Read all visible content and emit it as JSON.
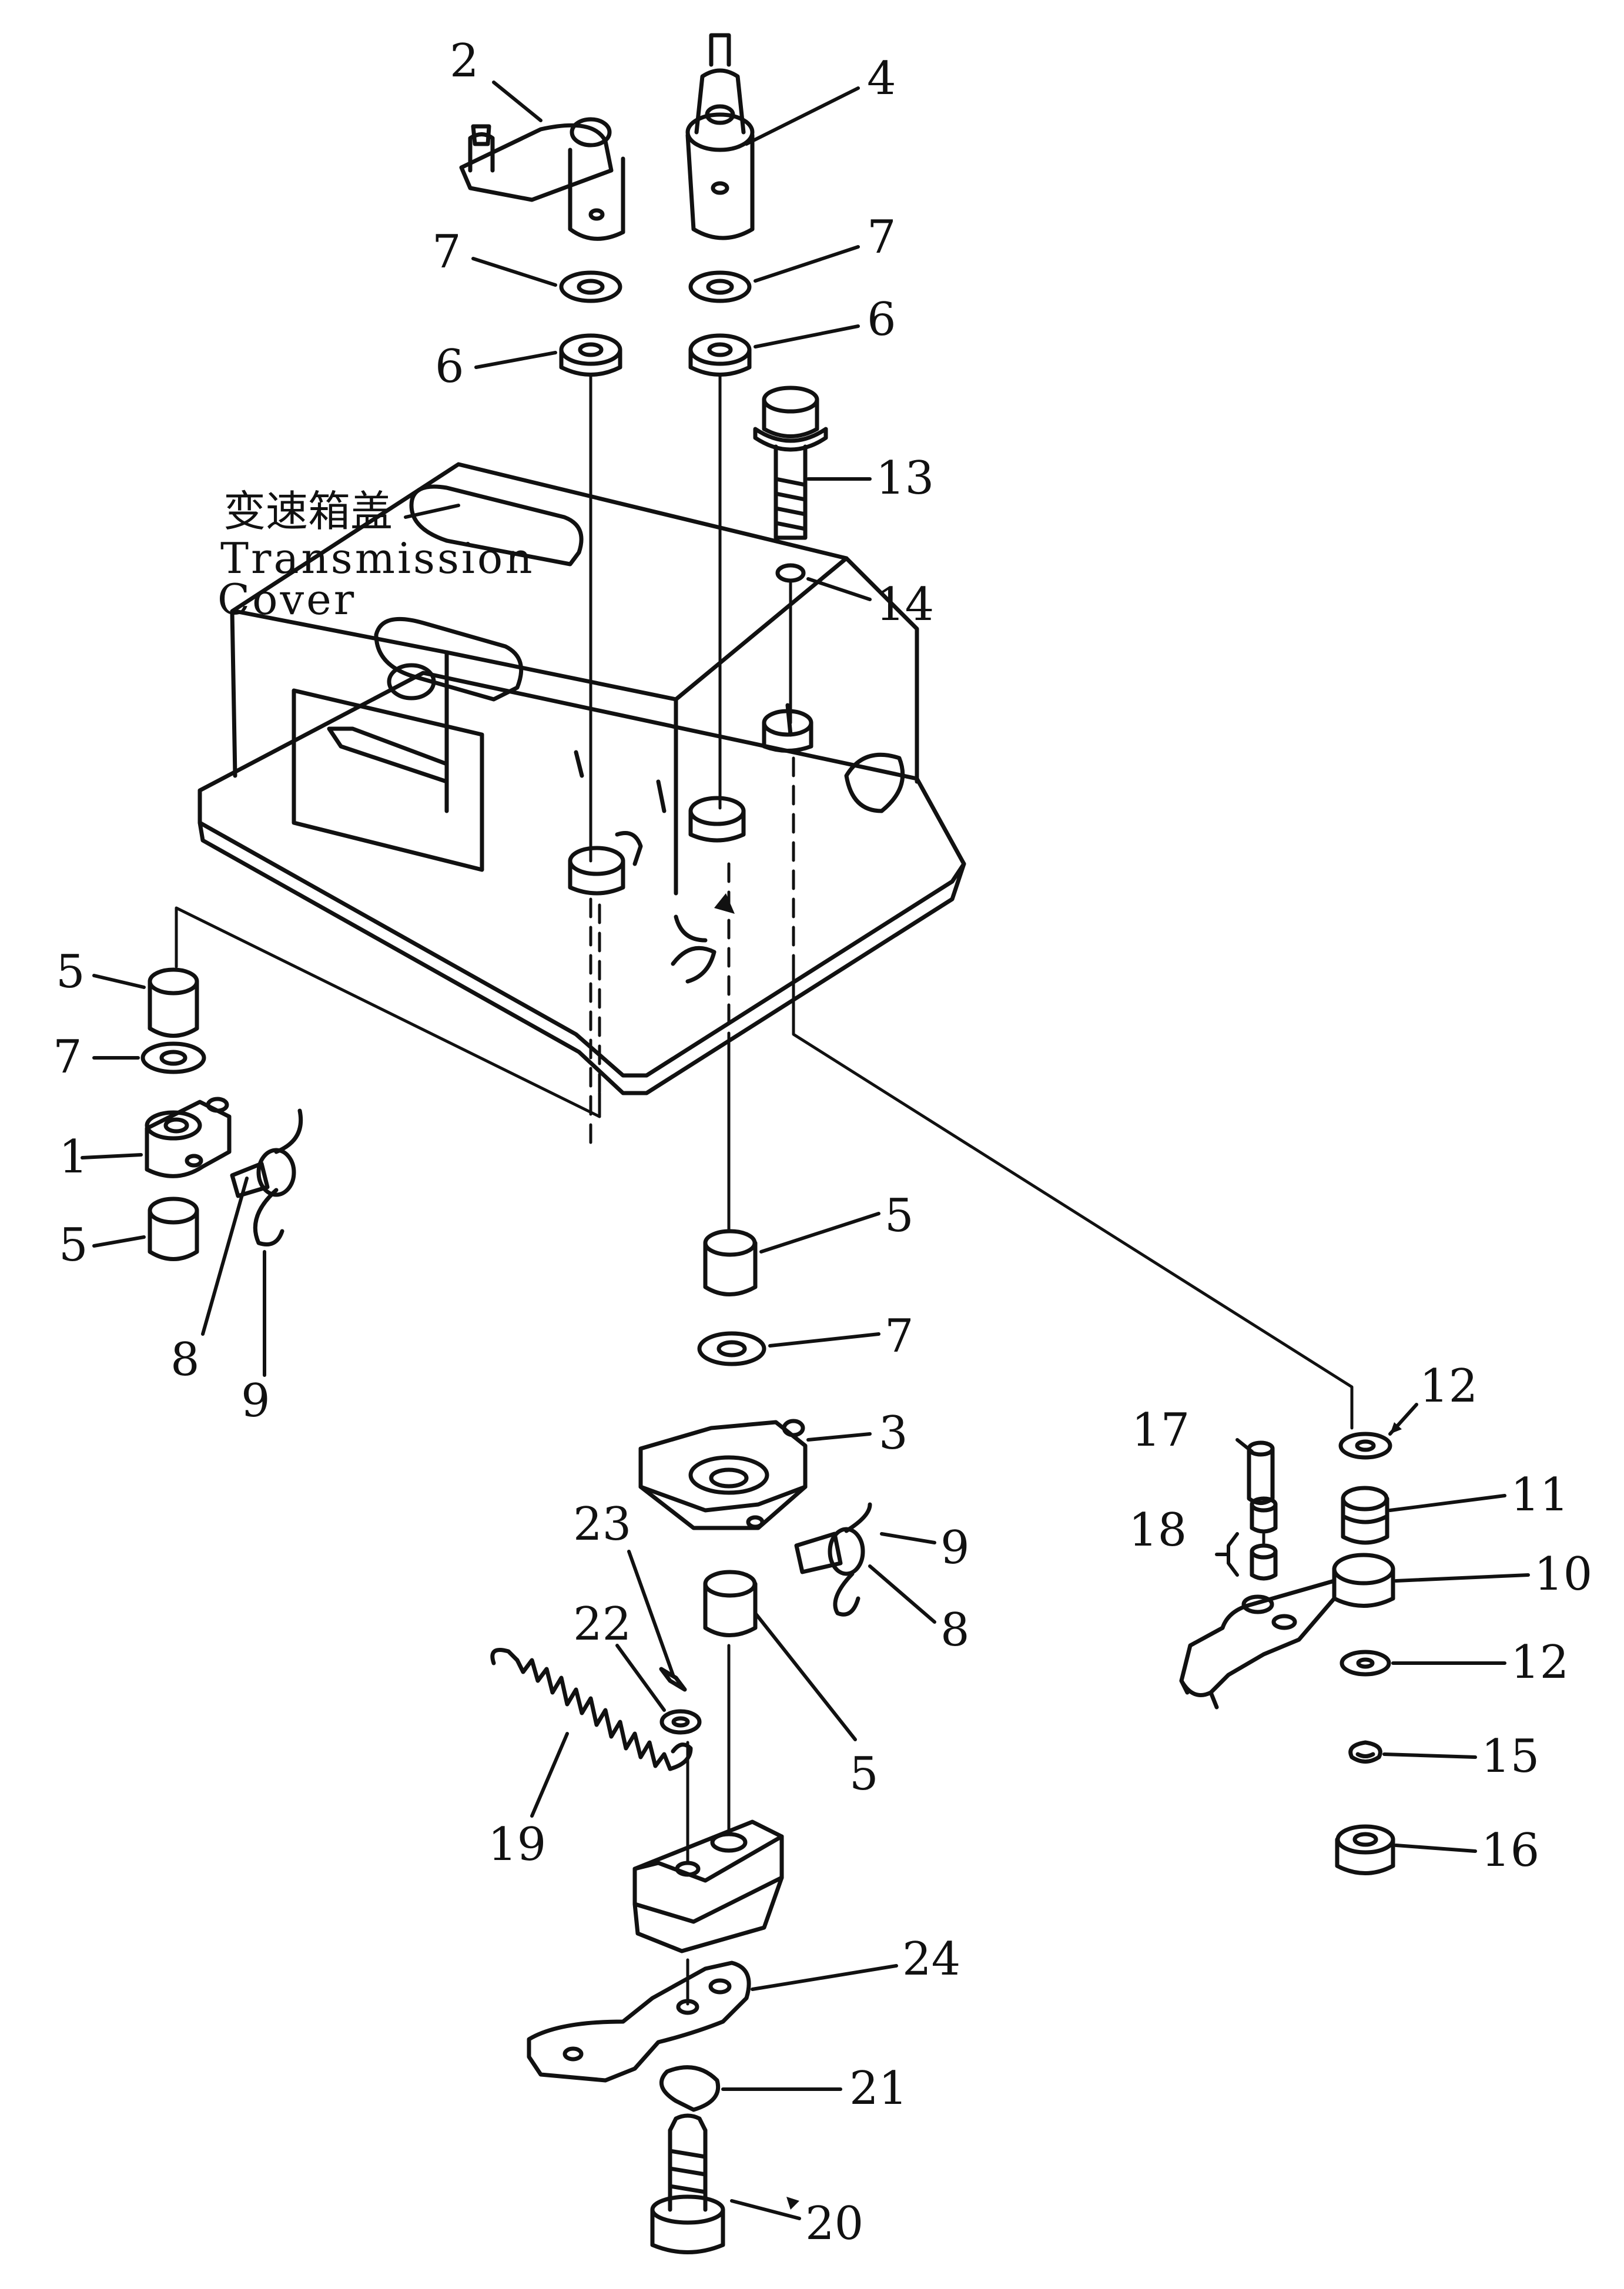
{
  "cover_label": {
    "zh": "变速箱盖",
    "en_line1": "Transmission",
    "en_line2": "Cover"
  },
  "callouts": [
    {
      "key": "c2",
      "text": "2"
    },
    {
      "key": "c4",
      "text": "4"
    },
    {
      "key": "c7a",
      "text": "7"
    },
    {
      "key": "c7b",
      "text": "7"
    },
    {
      "key": "c6a",
      "text": "6"
    },
    {
      "key": "c6b",
      "text": "6"
    },
    {
      "key": "c13",
      "text": "13"
    },
    {
      "key": "c14",
      "text": "14"
    },
    {
      "key": "c5a",
      "text": "5"
    },
    {
      "key": "c7c",
      "text": "7"
    },
    {
      "key": "c1",
      "text": "1"
    },
    {
      "key": "c5b",
      "text": "5"
    },
    {
      "key": "c8a",
      "text": "8"
    },
    {
      "key": "c9a",
      "text": "9"
    },
    {
      "key": "c5c",
      "text": "5"
    },
    {
      "key": "c7d",
      "text": "7"
    },
    {
      "key": "c3",
      "text": "3"
    },
    {
      "key": "c23",
      "text": "23"
    },
    {
      "key": "c9b",
      "text": "9"
    },
    {
      "key": "c8b",
      "text": "8"
    },
    {
      "key": "c22",
      "text": "22"
    },
    {
      "key": "c5d",
      "text": "5"
    },
    {
      "key": "c19",
      "text": "19"
    },
    {
      "key": "c24",
      "text": "24"
    },
    {
      "key": "c21",
      "text": "21"
    },
    {
      "key": "c20",
      "text": "20"
    },
    {
      "key": "c12a",
      "text": "12"
    },
    {
      "key": "c17",
      "text": "17"
    },
    {
      "key": "c11",
      "text": "11"
    },
    {
      "key": "c18",
      "text": "18"
    },
    {
      "key": "c10",
      "text": "10"
    },
    {
      "key": "c12b",
      "text": "12"
    },
    {
      "key": "c15",
      "text": "15"
    },
    {
      "key": "c16",
      "text": "16"
    }
  ]
}
